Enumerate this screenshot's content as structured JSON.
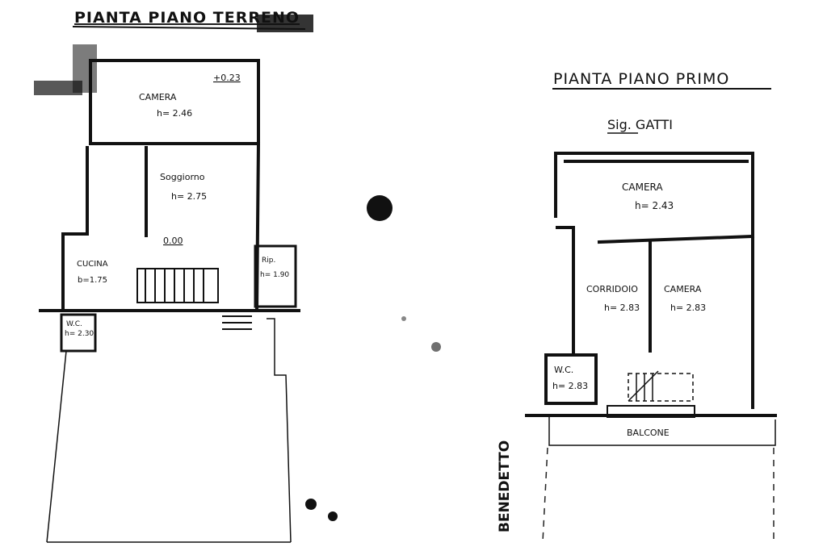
{
  "ground_floor": {
    "title": "PIANTA PIANO TERRENO",
    "rooms": {
      "camera_name": "CAMERA",
      "camera_height": "h= 2.46",
      "camera_level": "+0.23",
      "soggiorno_name": "Soggiorno",
      "soggiorno_height": "h= 2.75",
      "soggiorno_level": "0.00",
      "cucina_name": "CUCINA",
      "cucina_sub": "b=1.75",
      "rip_name": "Rip.",
      "rip_height": "h= 1.90",
      "wc_name": "W.C.",
      "wc_height": "h= 2.30"
    }
  },
  "first_floor": {
    "title": "PIANTA PIANO PRIMO",
    "owner": "Sig. GATTI",
    "rooms": {
      "camera1_name": "CAMERA",
      "camera1_height": "h= 2.43",
      "corridoio_name": "CORRIDOIO",
      "corridoio_height": "h= 2.83",
      "camera2_name": "CAMERA",
      "camera2_height": "h= 2.83",
      "wc_name": "W.C.",
      "wc_height": "h= 2.83",
      "balcone_name": "BALCONE"
    }
  },
  "margin_text": "BENEDETTO"
}
